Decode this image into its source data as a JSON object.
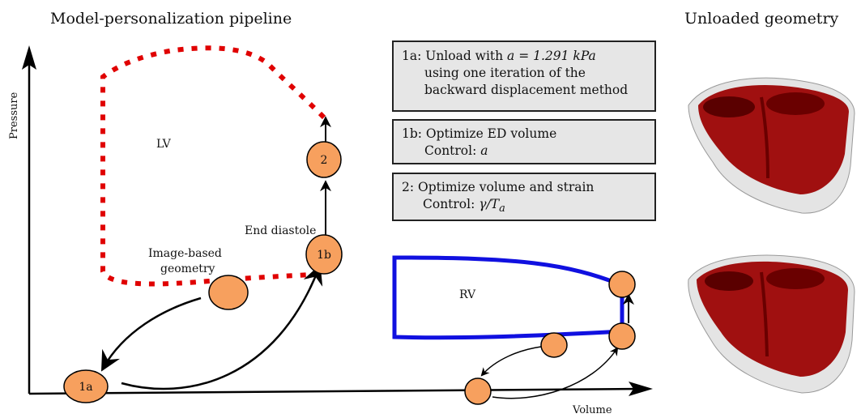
{
  "headings": {
    "pipeline": "Model-personalization pipeline",
    "unloaded": "Unloaded geometry"
  },
  "axes": {
    "y_label": "Pressure",
    "x_label": "Volume"
  },
  "loops": {
    "lv_label": "LV",
    "rv_label": "RV",
    "lv_color": "#e00000",
    "rv_color": "#1010e0"
  },
  "annotations": {
    "end_diastole": "End diastole",
    "image_based_1": "Image-based",
    "image_based_2": "geometry"
  },
  "nodes": {
    "n1a": "1a",
    "n1b": "1b",
    "n2": "2",
    "color": "#f7a05e"
  },
  "steps": [
    {
      "id": "1a",
      "lines": [
        "1a: Unload with ",
        "using one iteration of the",
        "backward displacement method"
      ],
      "math": "a = 1.291 kPa"
    },
    {
      "id": "1b",
      "lines": [
        "1b: Optimize ED volume",
        "Control: "
      ],
      "math": "a"
    },
    {
      "id": "2",
      "lines": [
        "2:   Optimize volume and strain",
        "Control: "
      ],
      "math": "γ/T",
      "math_sub": "a"
    }
  ],
  "geometry_colors": {
    "tissue": "#a01010",
    "shell": "#d8d8d8"
  }
}
